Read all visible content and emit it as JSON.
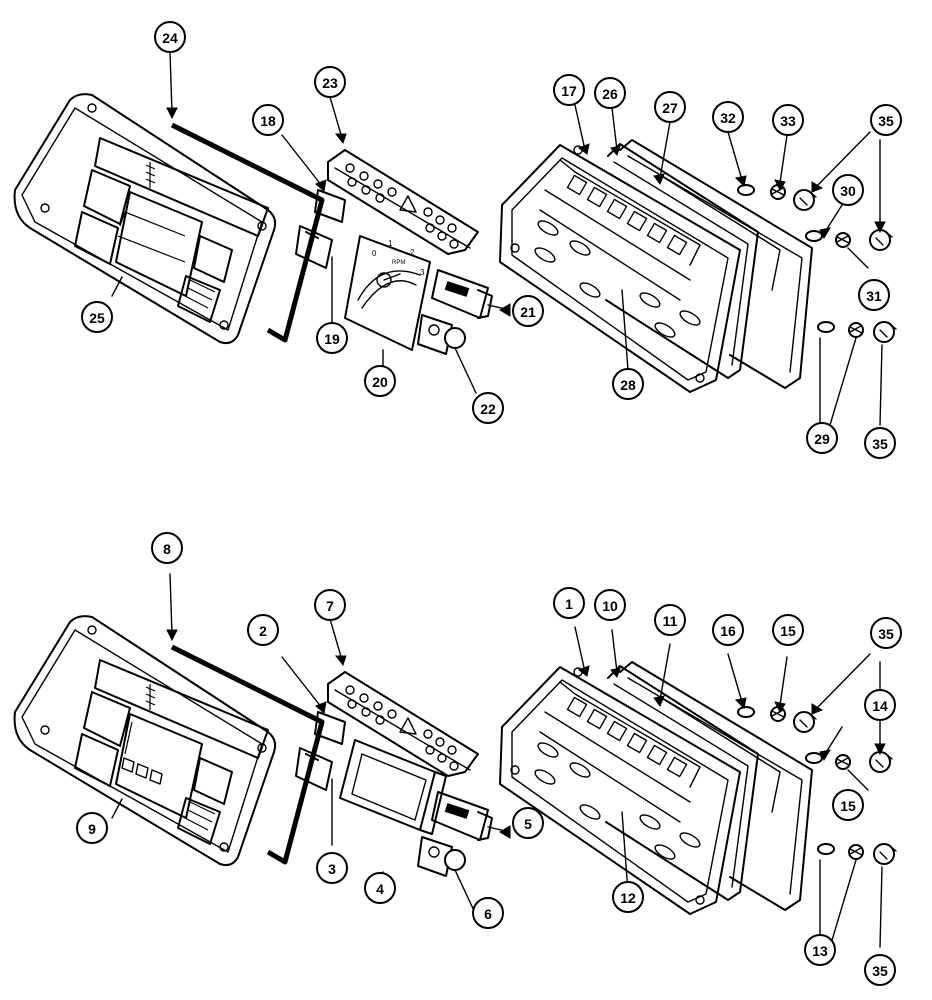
{
  "diagram": {
    "top_assembly": {
      "callouts": [
        "24",
        "23",
        "18",
        "17",
        "26",
        "27",
        "32",
        "33",
        "35",
        "30",
        "31",
        "25",
        "19",
        "21",
        "20",
        "22",
        "28",
        "29",
        "35"
      ]
    },
    "bottom_assembly": {
      "callouts": [
        "8",
        "7",
        "2",
        "1",
        "10",
        "11",
        "16",
        "15",
        "35",
        "14",
        "15",
        "9",
        "3",
        "4",
        "5",
        "6",
        "12",
        "13",
        "35"
      ]
    },
    "gauge_labels": [
      "0",
      "1",
      "2",
      "3"
    ],
    "gauge_unit": "RPM",
    "colors": {
      "ink": "#000000",
      "paper": "#ffffff"
    }
  }
}
